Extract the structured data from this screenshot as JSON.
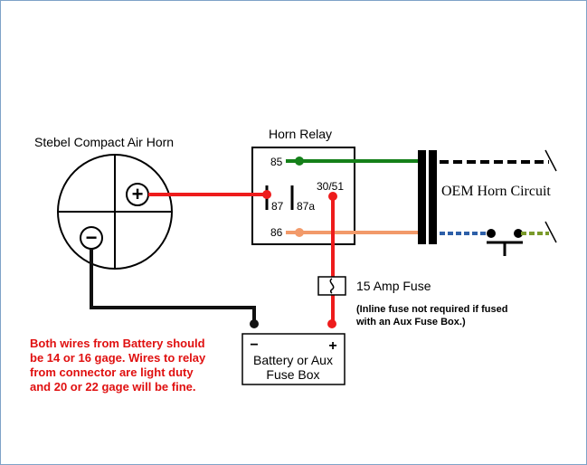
{
  "horn": {
    "title": "Stebel Compact Air Horn",
    "plus": "+",
    "minus": "−"
  },
  "relay": {
    "title": "Horn Relay",
    "pin85": "85",
    "pin86": "86",
    "pin87": "87",
    "pin87a": "87a",
    "pin3051": "30/51"
  },
  "oem": {
    "label": "OEM Horn Circuit"
  },
  "fuse": {
    "label": "15 Amp Fuse",
    "note_line1": "(Inline fuse not required if fused",
    "note_line2": "with an Aux Fuse Box.)"
  },
  "battery": {
    "minus": "−",
    "plus": "+",
    "line1": "Battery or Aux",
    "line2": "Fuse Box"
  },
  "warning": {
    "line1": "Both wires from Battery should",
    "line2": "be 14 or 16 gage. Wires to relay",
    "line3": "from connector are light duty",
    "line4": "and 20 or 22 gage will be fine."
  },
  "colors": {
    "red_wire": "#ee1c1c",
    "green_wire": "#15801a",
    "orange_wire": "#f29a6a",
    "black_wire": "#111111",
    "warning_text": "#e01010",
    "frame": "#7fa3c8"
  }
}
